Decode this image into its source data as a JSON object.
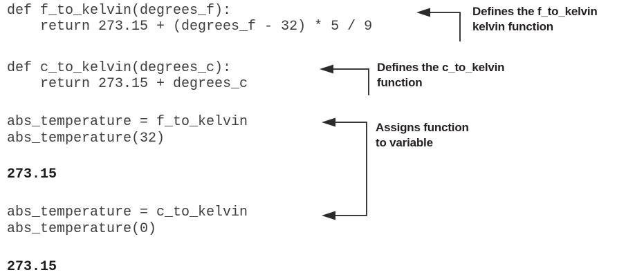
{
  "figure": {
    "code_lines": [
      {
        "text": "def f_to_kelvin(degrees_f):",
        "style": "regular"
      },
      {
        "text": "    return 273.15 + (degrees_f - 32) * 5 / 9",
        "style": "regular"
      },
      {
        "text": "def c_to_kelvin(degrees_c):",
        "style": "regular"
      },
      {
        "text": "    return 273.15 + degrees_c",
        "style": "regular"
      },
      {
        "text": "abs_temperature = f_to_kelvin",
        "style": "regular"
      },
      {
        "text": "abs_temperature(32)",
        "style": "regular"
      },
      {
        "text": "273.15",
        "style": "bold-output"
      },
      {
        "text": "abs_temperature = c_to_kelvin",
        "style": "regular"
      },
      {
        "text": "abs_temperature(0)",
        "style": "regular"
      },
      {
        "text": "273.15",
        "style": "bold-output"
      }
    ],
    "annotations": [
      {
        "line1": "Defines the f_to_kelvin",
        "line2": "kelvin function"
      },
      {
        "line1": "Defines the c_to_kelvin",
        "line2": "function"
      },
      {
        "line1": "Assigns function",
        "line2": "to variable"
      }
    ],
    "colors": {
      "background": "#ffffff",
      "code_ink": "#3d3d3d",
      "output_ink": "#1c1c1c",
      "annotation_ink": "#231f20",
      "arrow_ink": "#3a3a3a"
    }
  }
}
